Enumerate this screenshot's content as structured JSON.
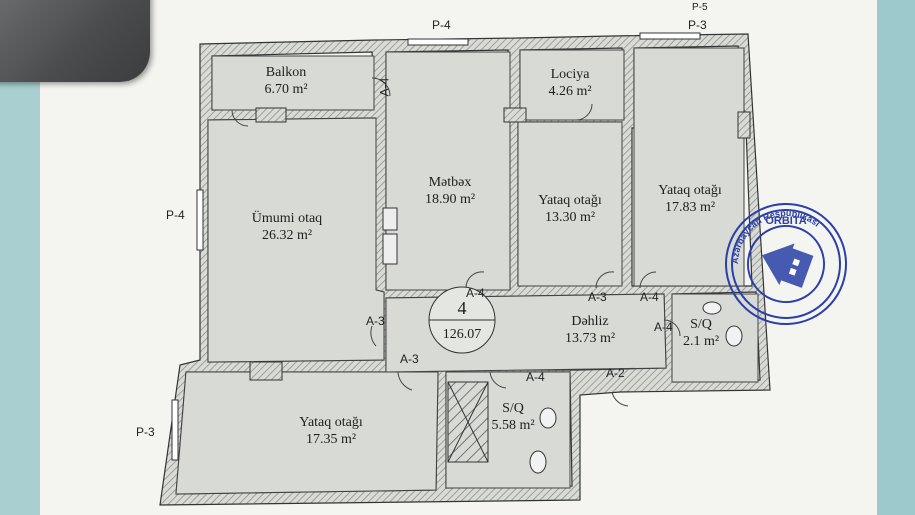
{
  "plan": {
    "apartment_no": "4",
    "total_area": "126.07",
    "rooms": [
      {
        "id": "balcony",
        "name": "Balkon",
        "area": "6.70 m²"
      },
      {
        "id": "loggia",
        "name": "Lociya",
        "area": "4.26 m²"
      },
      {
        "id": "kitchen",
        "name": "Mətbəx",
        "area": "18.90 m²"
      },
      {
        "id": "living",
        "name": "Ümumi otaq",
        "area": "26.32 m²"
      },
      {
        "id": "bedroom1",
        "name": "Yataq otağı",
        "area": "13.30 m²"
      },
      {
        "id": "bedroom2",
        "name": "Yataq otağı",
        "area": "17.83 m²"
      },
      {
        "id": "hall",
        "name": "Dəhliz",
        "area": "13.73 m²"
      },
      {
        "id": "wc",
        "name": "S/Q",
        "area": "2.1 m²"
      },
      {
        "id": "bedroom3",
        "name": "Yataq otağı",
        "area": "17.35 m²"
      },
      {
        "id": "bath",
        "name": "S/Q",
        "area": "5.58 m²"
      }
    ],
    "window_tags": [
      "P-4",
      "P-3",
      "P-4",
      "P-3",
      "P-5"
    ],
    "door_tags": [
      "A-4",
      "A-3",
      "A-4",
      "A-3",
      "A-3",
      "A-4",
      "A-2",
      "A-4"
    ]
  },
  "stamp": {
    "text_outer": "Azərbaycan Respublikası",
    "text_inner": "ORBITA",
    "color": "#2a3fa8"
  },
  "colors": {
    "hatch": "#9a9a9a",
    "wall": "#3a3a3a"
  }
}
